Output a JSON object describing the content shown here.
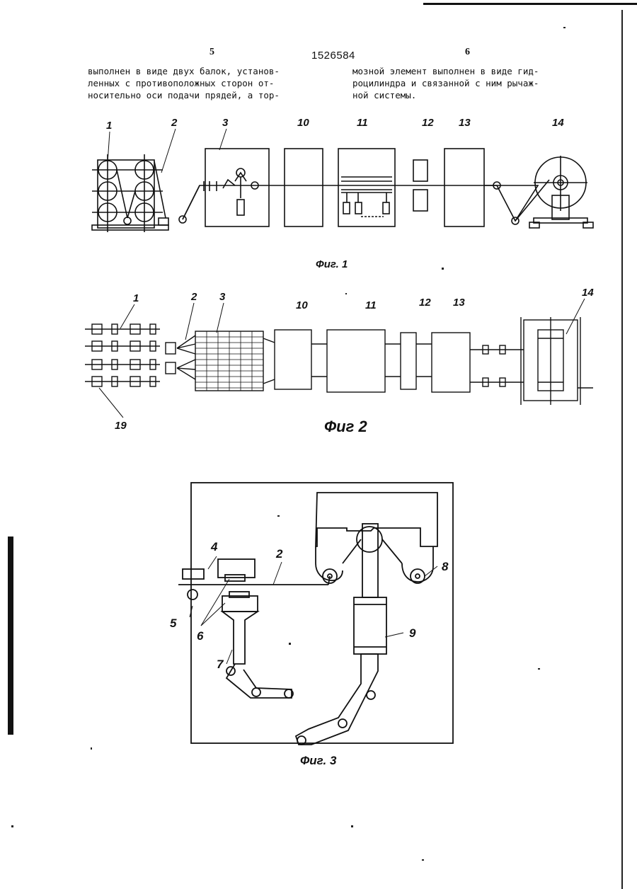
{
  "header": {
    "page_left": "5",
    "patent_number": "1526584",
    "page_right": "6"
  },
  "text": {
    "left_lines": [
      "выполнен в виде двух балок, установ-",
      "ленных с противоположных сторон от-",
      "носительно оси подачи прядей, а тор-"
    ],
    "right_lines": [
      "мозной элемент выполнен в виде гид-",
      "роцилиндра и связанной с ним рычаж-",
      "ной системы."
    ]
  },
  "fig1": {
    "caption": "Фиг. 1",
    "labels": [
      "1",
      "2",
      "3",
      "10",
      "11",
      "12",
      "13",
      "14"
    ]
  },
  "fig2": {
    "caption": "Фиг 2",
    "labels": [
      "1",
      "2",
      "3",
      "10",
      "11",
      "12",
      "13",
      "14",
      "19"
    ]
  },
  "fig3": {
    "caption": "Фиг. 3",
    "labels": [
      "4",
      "2",
      "8",
      "5",
      "6",
      "9",
      "7"
    ]
  },
  "colors": {
    "ink": "#111111",
    "paper": "#ffffff"
  }
}
